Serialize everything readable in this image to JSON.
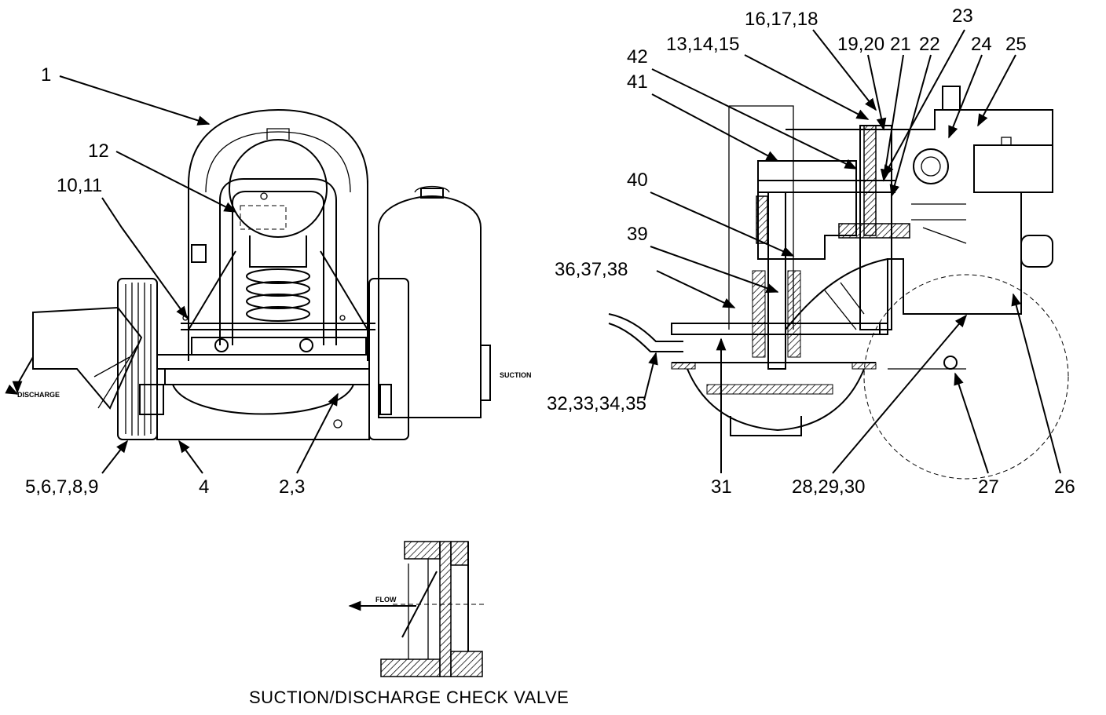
{
  "labels": {
    "front_view": [
      {
        "id": "lbl-1",
        "text": "1"
      },
      {
        "id": "lbl-12",
        "text": "12"
      },
      {
        "id": "lbl-10-11",
        "text": "10,11"
      },
      {
        "id": "lbl-5-9",
        "text": "5,6,7,8,9"
      },
      {
        "id": "lbl-4",
        "text": "4"
      },
      {
        "id": "lbl-2-3",
        "text": "2,3"
      }
    ],
    "side_view": [
      {
        "id": "lbl-16-18",
        "text": "16,17,18"
      },
      {
        "id": "lbl-23",
        "text": "23"
      },
      {
        "id": "lbl-13-15",
        "text": "13,14,15"
      },
      {
        "id": "lbl-19-20",
        "text": "19,20"
      },
      {
        "id": "lbl-21",
        "text": "21"
      },
      {
        "id": "lbl-22",
        "text": "22"
      },
      {
        "id": "lbl-24",
        "text": "24"
      },
      {
        "id": "lbl-25",
        "text": "25"
      },
      {
        "id": "lbl-42",
        "text": "42"
      },
      {
        "id": "lbl-41",
        "text": "41"
      },
      {
        "id": "lbl-40",
        "text": "40"
      },
      {
        "id": "lbl-39",
        "text": "39"
      },
      {
        "id": "lbl-36-38",
        "text": "36,37,38"
      },
      {
        "id": "lbl-32-35",
        "text": "32,33,34,35"
      },
      {
        "id": "lbl-31",
        "text": "31"
      },
      {
        "id": "lbl-28-30",
        "text": "28,29,30"
      },
      {
        "id": "lbl-27",
        "text": "27"
      },
      {
        "id": "lbl-26",
        "text": "26"
      }
    ]
  },
  "annotations": {
    "discharge": "DISCHARGE",
    "suction": "SUCTION",
    "flow": "FLOW"
  },
  "caption": "SUCTION/DISCHARGE CHECK VALVE"
}
